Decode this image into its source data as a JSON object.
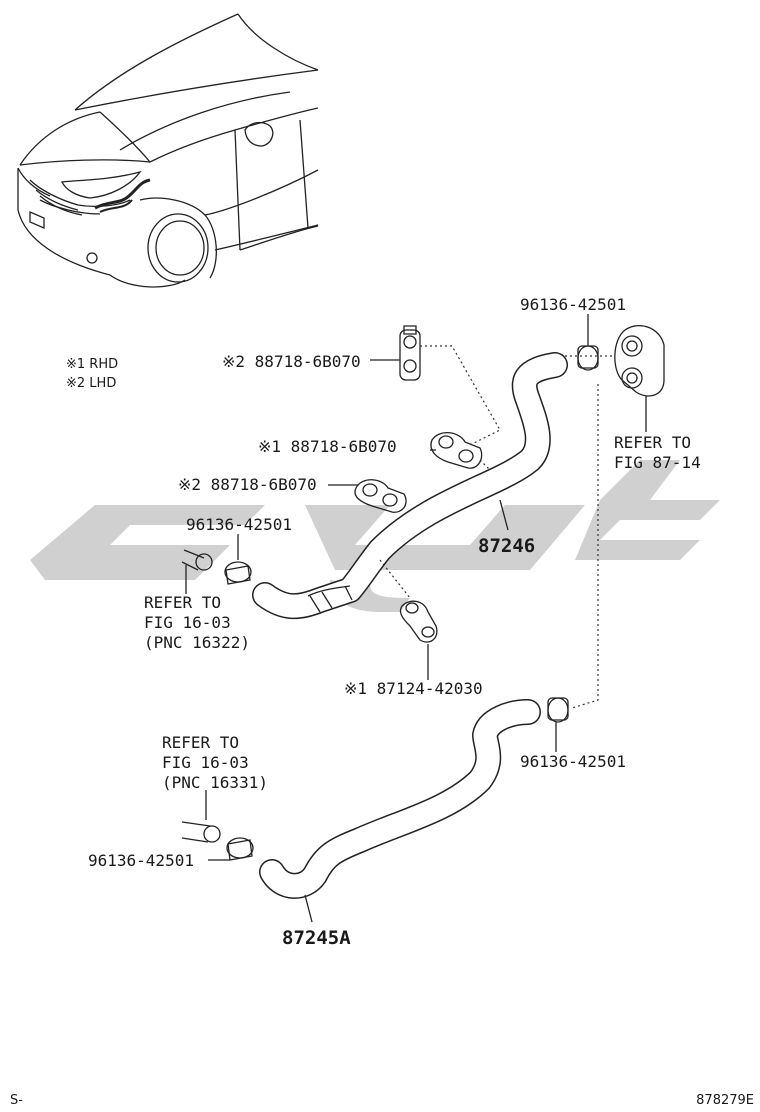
{
  "notes": {
    "rhd": "※1 RHD",
    "lhd": "※2 LHD"
  },
  "labels": {
    "clamp_top_right": "96136-42501",
    "clip_lhd_top": "※2 88718-6B070",
    "clip_rhd_mid": "※1 88718-6B070",
    "clip_lhd_low": "※2 88718-6B070",
    "clamp_left_upper": "96136-42501",
    "refer_fig_16_03_a_line1": "REFER TO",
    "refer_fig_16_03_a_line2": "FIG 16-03",
    "refer_fig_16_03_a_line3": "(PNC 16322)",
    "refer_fig_87_14_line1": "REFER TO",
    "refer_fig_87_14_line2": "FIG 87-14",
    "hose_upper": "87246",
    "bracket_rhd": "※1 87124-42030",
    "clamp_right_lower": "96136-42501",
    "refer_fig_16_03_b_line1": "REFER TO",
    "refer_fig_16_03_b_line2": "FIG 16-03",
    "refer_fig_16_03_b_line3": "(PNC 16331)",
    "clamp_left_lower": "96136-42501",
    "hose_lower": "87245A"
  },
  "footer": {
    "left_code": "S-",
    "diagram_id": "878279E"
  },
  "watermark": {
    "color": "#c8c8c8"
  }
}
